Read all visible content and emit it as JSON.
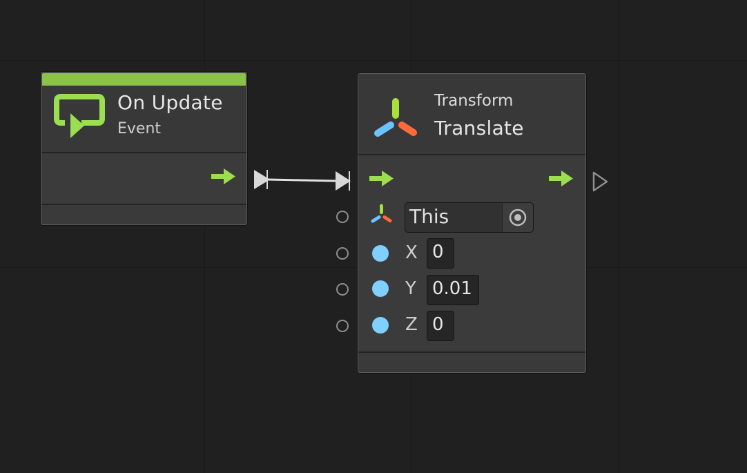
{
  "on_update_node": {
    "title": "On Update",
    "subtitle": "Event",
    "accent_color": "#8bc34a",
    "icon": "loop-icon",
    "output_port": "flow-arrow-icon"
  },
  "translate_node": {
    "category": "Transform",
    "title": "Translate",
    "icon": "transform-tripod-icon",
    "target": {
      "value": "This",
      "icon": "transform-tripod-icon",
      "picker_icon": "object-picker-icon"
    },
    "inputs": [
      {
        "label": "X",
        "value": "0"
      },
      {
        "label": "Y",
        "value": "0.01"
      },
      {
        "label": "Z",
        "value": "0"
      }
    ]
  },
  "colors": {
    "flow_green": "#9bde4f",
    "vector_port_blue": "#7fcfff",
    "connection_white": "#d8d8d8"
  }
}
